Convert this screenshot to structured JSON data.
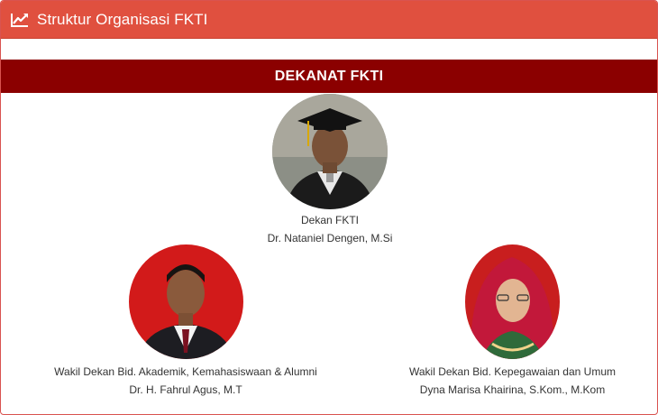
{
  "panel": {
    "title": "Struktur Organisasi FKTI",
    "title_icon": "line-chart-icon"
  },
  "section": {
    "label": "DEKANAT FKTI"
  },
  "people": {
    "dean": {
      "role": "Dekan FKTI",
      "name": "Dr. Nataniel Dengen, M.Si"
    },
    "vice_dean_academic": {
      "role": "Wakil Dekan Bid. Akademik, Kemahasiswaan & Alumni",
      "name": "Dr. H. Fahrul Agus, M.T"
    },
    "vice_dean_staffing": {
      "role": "Wakil Dekan Bid. Kepegawaian dan Umum",
      "name": "Dyna Marisa Khairina, S.Kom., M.Kom"
    }
  },
  "colors": {
    "header": "#e0503f",
    "section_bar": "#8b0000",
    "text": "#333333"
  }
}
